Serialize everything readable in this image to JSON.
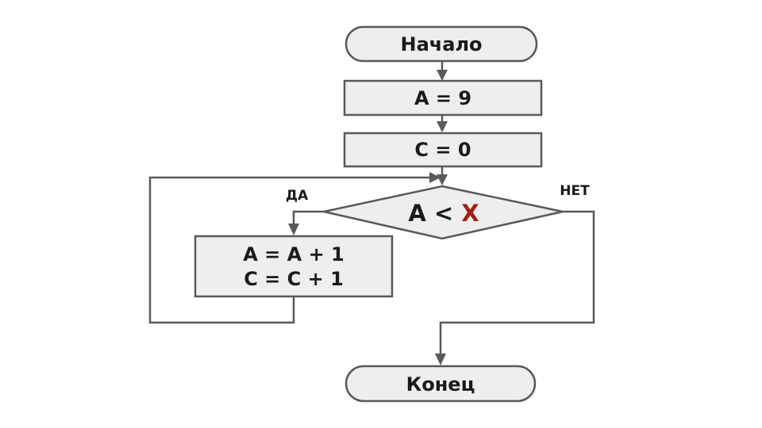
{
  "diagram": {
    "start_label": "Начало",
    "init_a": "A = 9",
    "init_c": "C = 0",
    "condition": {
      "left": "A <",
      "variable": "X",
      "variable_color": "#a11b0e"
    },
    "loop_body": {
      "line1": "A = A + 1",
      "line2": "C = C + 1"
    },
    "yes_label": "ДА",
    "no_label": "НЕТ",
    "end_label": "Конец"
  }
}
